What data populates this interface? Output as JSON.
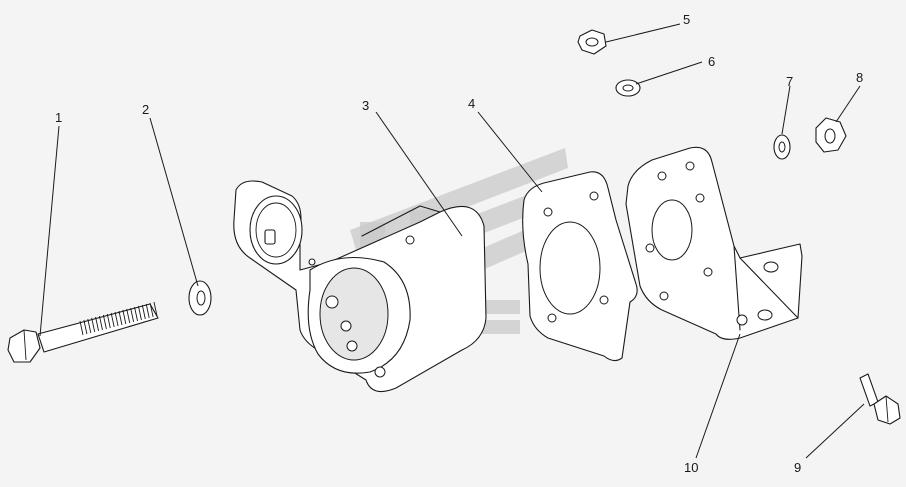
{
  "callouts": [
    {
      "id": "1",
      "label": "1"
    },
    {
      "id": "2",
      "label": "2"
    },
    {
      "id": "3",
      "label": "3"
    },
    {
      "id": "4",
      "label": "4"
    },
    {
      "id": "5",
      "label": "5"
    },
    {
      "id": "6",
      "label": "6"
    },
    {
      "id": "7",
      "label": "7"
    },
    {
      "id": "8",
      "label": "8"
    },
    {
      "id": "9",
      "label": "9"
    },
    {
      "id": "10",
      "label": "10"
    }
  ],
  "colors": {
    "background": "#f4f4f4",
    "line": "#1a1a1a",
    "watermark": "#c9c9c9"
  }
}
